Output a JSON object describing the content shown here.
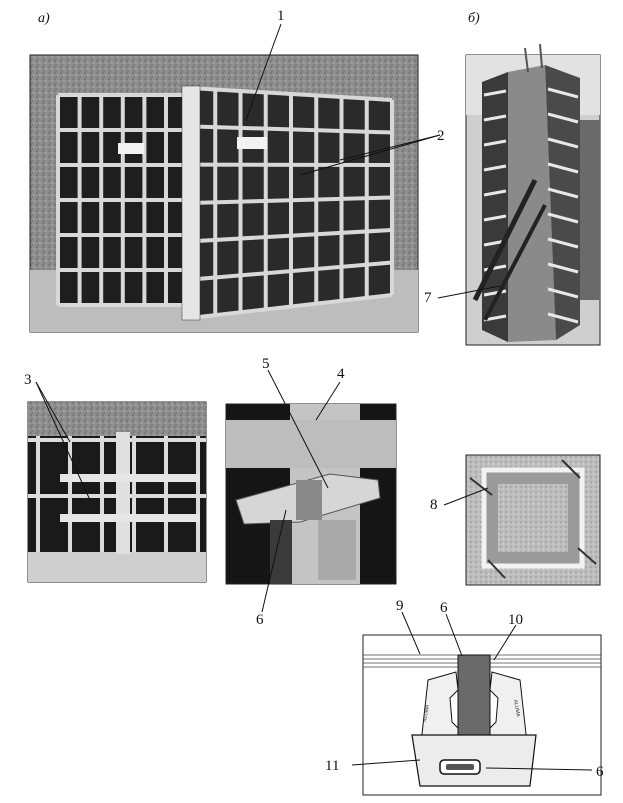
{
  "figure": {
    "sublabels": {
      "a": "а)",
      "b": "б)"
    },
    "callouts": [
      "1",
      "2",
      "3",
      "4",
      "5",
      "6",
      "7",
      "8",
      "9",
      "10",
      "11"
    ]
  },
  "palette": {
    "photo_bg": "#9a9a9a",
    "panel_dark": "#1e1e1e",
    "frame_light": "#d8d8d8",
    "ink": "#111111"
  }
}
